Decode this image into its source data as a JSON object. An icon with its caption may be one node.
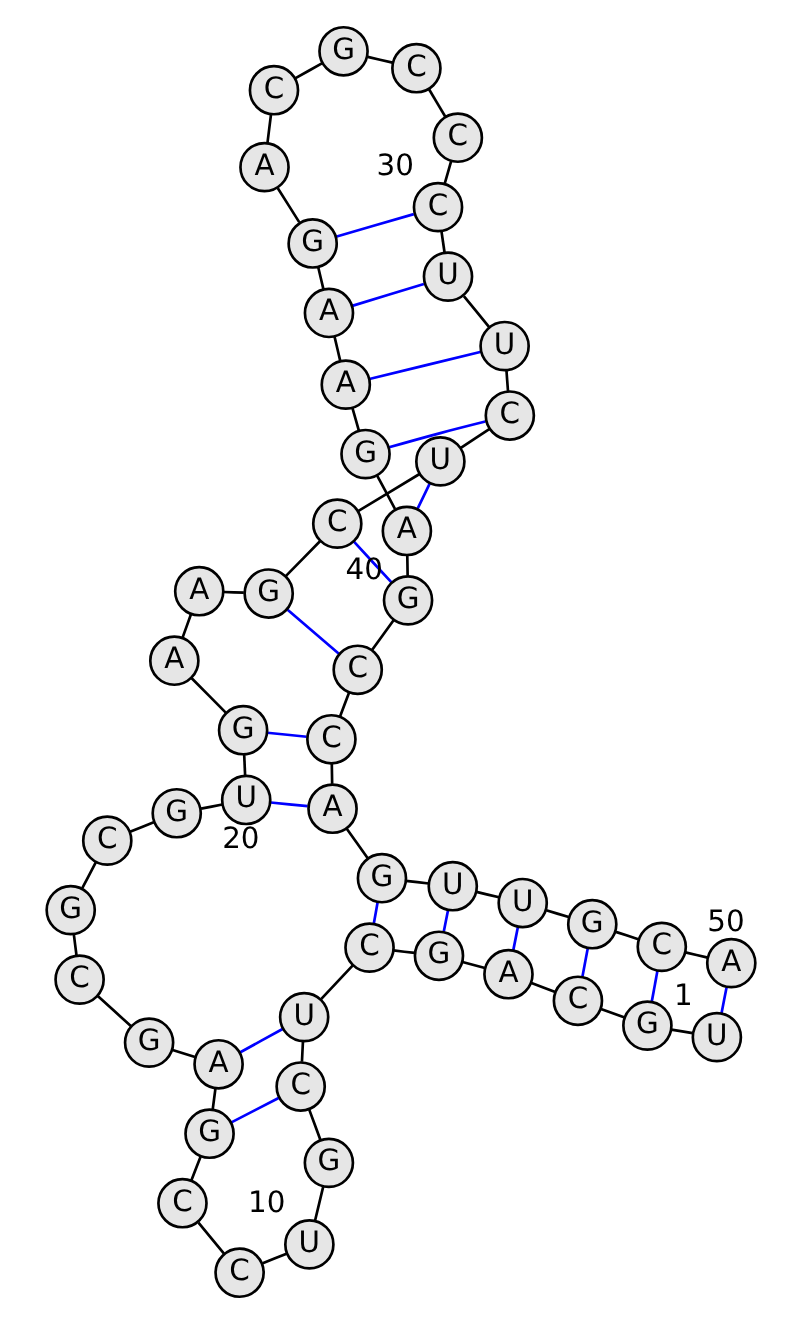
{
  "diagram": {
    "nodes": [
      {
        "text": [
          "U"
        ],
        "beside": [
          "1"
        ]
      },
      {
        "text": [
          "G"
        ]
      },
      {
        "text": [
          "C"
        ]
      },
      {
        "text": [
          "A"
        ]
      },
      {
        "text": [
          "G"
        ]
      },
      {
        "text": [
          "C"
        ]
      },
      {
        "text": [
          "U"
        ]
      },
      {
        "text": [
          "C"
        ]
      },
      {
        "text": [
          "G"
        ]
      },
      {
        "text": [
          "U"
        ],
        "beside": [
          "10"
        ]
      },
      {
        "text": [
          "C"
        ]
      },
      {
        "text": [
          "C"
        ]
      },
      {
        "text": [
          "G"
        ]
      },
      {
        "text": [
          "A"
        ]
      },
      {
        "text": [
          "G"
        ]
      },
      {
        "text": [
          "C"
        ]
      },
      {
        "text": [
          "G"
        ]
      },
      {
        "text": [
          "C"
        ]
      },
      {
        "text": [
          "G"
        ]
      },
      {
        "text": [
          "U"
        ],
        "beside": [
          "20"
        ]
      },
      {
        "text": [
          "G"
        ]
      },
      {
        "text": [
          "A"
        ]
      },
      {
        "text": [
          "A"
        ]
      },
      {
        "text": [
          "G"
        ]
      },
      {
        "text": [
          "C"
        ]
      },
      {
        "text": [
          "U"
        ]
      },
      {
        "text": [
          "C"
        ]
      },
      {
        "text": [
          "U"
        ]
      },
      {
        "text": [
          "U"
        ]
      },
      {
        "text": [
          "C"
        ],
        "beside": [
          "30"
        ]
      },
      {
        "text": [
          "C"
        ]
      },
      {
        "text": [
          "C"
        ]
      },
      {
        "text": [
          "G"
        ]
      },
      {
        "text": [
          "C"
        ]
      },
      {
        "text": [
          "A"
        ]
      },
      {
        "text": [
          "G"
        ]
      },
      {
        "text": [
          "A"
        ]
      },
      {
        "text": [
          "A"
        ]
      },
      {
        "text": [
          "G"
        ]
      },
      {
        "text": [
          "A"
        ],
        "beside": [
          "40"
        ]
      },
      {
        "text": [
          "G"
        ]
      },
      {
        "text": [
          "C"
        ]
      },
      {
        "text": [
          "C"
        ]
      },
      {
        "text": [
          "A"
        ]
      },
      {
        "text": [
          "G"
        ]
      },
      {
        "text": [
          "U"
        ]
      },
      {
        "text": [
          "U"
        ]
      },
      {
        "text": [
          "G"
        ]
      },
      {
        "text": [
          "C"
        ]
      },
      {
        "text": [
          "A"
        ],
        "beside": [
          "50"
        ]
      }
    ],
    "edges": [
      {
        "from": 0,
        "to": 1,
        "arrow": "none"
      },
      {
        "from": 1,
        "to": 2,
        "arrow": "none"
      },
      {
        "from": 2,
        "to": 3,
        "arrow": "none"
      },
      {
        "from": 3,
        "to": 4,
        "arrow": "none"
      },
      {
        "from": 4,
        "to": 5,
        "arrow": "none"
      },
      {
        "from": 5,
        "to": 6,
        "arrow": "none"
      },
      {
        "from": 6,
        "to": 7,
        "arrow": "none"
      },
      {
        "from": 7,
        "to": 8,
        "arrow": "none"
      },
      {
        "from": 8,
        "to": 9,
        "arrow": "none"
      },
      {
        "from": 9,
        "to": 10,
        "arrow": "none"
      },
      {
        "from": 10,
        "to": 11,
        "arrow": "none"
      },
      {
        "from": 11,
        "to": 12,
        "arrow": "none"
      },
      {
        "from": 12,
        "to": 13,
        "arrow": "none"
      },
      {
        "from": 13,
        "to": 14,
        "arrow": "none"
      },
      {
        "from": 14,
        "to": 15,
        "arrow": "none"
      },
      {
        "from": 15,
        "to": 16,
        "arrow": "none"
      },
      {
        "from": 16,
        "to": 17,
        "arrow": "none"
      },
      {
        "from": 17,
        "to": 18,
        "arrow": "none"
      },
      {
        "from": 18,
        "to": 19,
        "arrow": "none"
      },
      {
        "from": 19,
        "to": 20,
        "arrow": "none"
      },
      {
        "from": 20,
        "to": 21,
        "arrow": "none"
      },
      {
        "from": 21,
        "to": 22,
        "arrow": "none"
      },
      {
        "from": 22,
        "to": 23,
        "arrow": "none"
      },
      {
        "from": 23,
        "to": 24,
        "arrow": "none"
      },
      {
        "from": 24,
        "to": 25,
        "arrow": "none"
      },
      {
        "from": 25,
        "to": 26,
        "arrow": "none"
      },
      {
        "from": 26,
        "to": 27,
        "arrow": "none"
      },
      {
        "from": 27,
        "to": 28,
        "arrow": "none"
      },
      {
        "from": 28,
        "to": 29,
        "arrow": "none"
      },
      {
        "from": 29,
        "to": 30,
        "arrow": "none"
      },
      {
        "from": 30,
        "to": 31,
        "arrow": "none"
      },
      {
        "from": 31,
        "to": 32,
        "arrow": "none"
      },
      {
        "from": 32,
        "to": 33,
        "arrow": "none"
      },
      {
        "from": 33,
        "to": 34,
        "arrow": "none"
      },
      {
        "from": 34,
        "to": 35,
        "arrow": "none"
      },
      {
        "from": 35,
        "to": 36,
        "arrow": "none"
      },
      {
        "from": 36,
        "to": 37,
        "arrow": "none"
      },
      {
        "from": 37,
        "to": 38,
        "arrow": "none"
      },
      {
        "from": 38,
        "to": 39,
        "arrow": "none"
      },
      {
        "from": 39,
        "to": 40,
        "arrow": "none"
      },
      {
        "from": 40,
        "to": 41,
        "arrow": "none"
      },
      {
        "from": 41,
        "to": 42,
        "arrow": "none"
      },
      {
        "from": 42,
        "to": 43,
        "arrow": "none"
      },
      {
        "from": 43,
        "to": 44,
        "arrow": "none"
      },
      {
        "from": 44,
        "to": 45,
        "arrow": "none"
      },
      {
        "from": 45,
        "to": 46,
        "arrow": "none"
      },
      {
        "from": 46,
        "to": 47,
        "arrow": "none"
      },
      {
        "from": 47,
        "to": 48,
        "arrow": "none"
      },
      {
        "from": 48,
        "to": 49,
        "arrow": "none"
      },
      {
        "from": 0,
        "to": 49,
        "arrow": "none",
        "color": "#0000ff"
      },
      {
        "from": 1,
        "to": 48,
        "arrow": "none",
        "color": "#0000ff"
      },
      {
        "from": 2,
        "to": 47,
        "arrow": "none",
        "color": "#0000ff"
      },
      {
        "from": 3,
        "to": 46,
        "arrow": "none",
        "color": "#0000ff"
      },
      {
        "from": 4,
        "to": 45,
        "arrow": "none",
        "color": "#0000ff"
      },
      {
        "from": 5,
        "to": 44,
        "arrow": "none",
        "color": "#0000ff"
      },
      {
        "from": 6,
        "to": 13,
        "arrow": "none",
        "color": "#0000ff"
      },
      {
        "from": 7,
        "to": 12,
        "arrow": "none",
        "color": "#0000ff"
      },
      {
        "from": 19,
        "to": 43,
        "arrow": "none",
        "color": "#0000ff"
      },
      {
        "from": 20,
        "to": 42,
        "arrow": "none",
        "color": "#0000ff"
      },
      {
        "from": 23,
        "to": 41,
        "arrow": "none",
        "color": "#0000ff"
      },
      {
        "from": 24,
        "to": 40,
        "arrow": "none",
        "color": "#0000ff"
      },
      {
        "from": 25,
        "to": 39,
        "arrow": "none",
        "color": "#0000ff"
      },
      {
        "from": 26,
        "to": 38,
        "arrow": "none",
        "color": "#0000ff"
      },
      {
        "from": 27,
        "to": 37,
        "arrow": "none",
        "color": "#0000ff"
      },
      {
        "from": 28,
        "to": 36,
        "arrow": "none",
        "color": "#0000ff"
      },
      {
        "from": 29,
        "to": 35,
        "arrow": "none",
        "color": "#0000ff"
      }
    ]
  }
}
